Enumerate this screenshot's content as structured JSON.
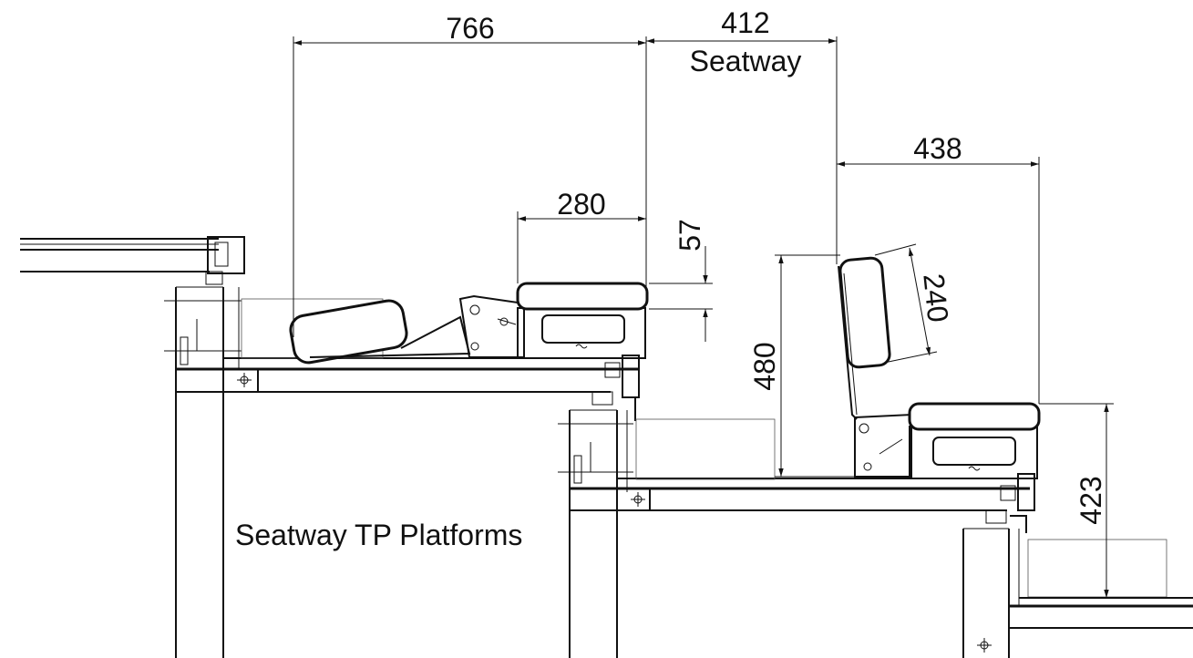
{
  "caption": "Seatway TP Platforms",
  "dimensions": {
    "tier_depth": "766",
    "seatway": "412",
    "seatway_label": "Seatway",
    "seat_depth": "438",
    "cushion_depth": "280",
    "cushion_thickness": "57",
    "backrest_height": "240",
    "seat_height": "480",
    "rise_height": "423"
  },
  "colors": {
    "line": "#111111",
    "background": "#ffffff"
  }
}
